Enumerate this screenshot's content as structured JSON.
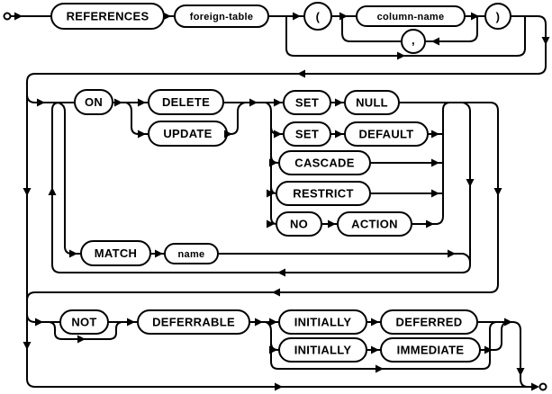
{
  "diagram": {
    "type": "railroad-syntax-diagram",
    "nodes": {
      "references": "REFERENCES",
      "foreign_table": "foreign-table",
      "lparen": "(",
      "column_name": "column-name",
      "comma": ",",
      "rparen": ")",
      "on": "ON",
      "delete": "DELETE",
      "update": "UPDATE",
      "set": "SET",
      "null": "NULL",
      "default": "DEFAULT",
      "cascade": "CASCADE",
      "restrict": "RESTRICT",
      "no": "NO",
      "action": "ACTION",
      "match": "MATCH",
      "name": "name",
      "not": "NOT",
      "deferrable": "DEFERRABLE",
      "initially": "INITIALLY",
      "deferred": "DEFERRED",
      "immediate": "IMMEDIATE"
    },
    "colors": {
      "line": "#000000",
      "background": "#ffffff",
      "node_fill": "#ffffff"
    }
  }
}
